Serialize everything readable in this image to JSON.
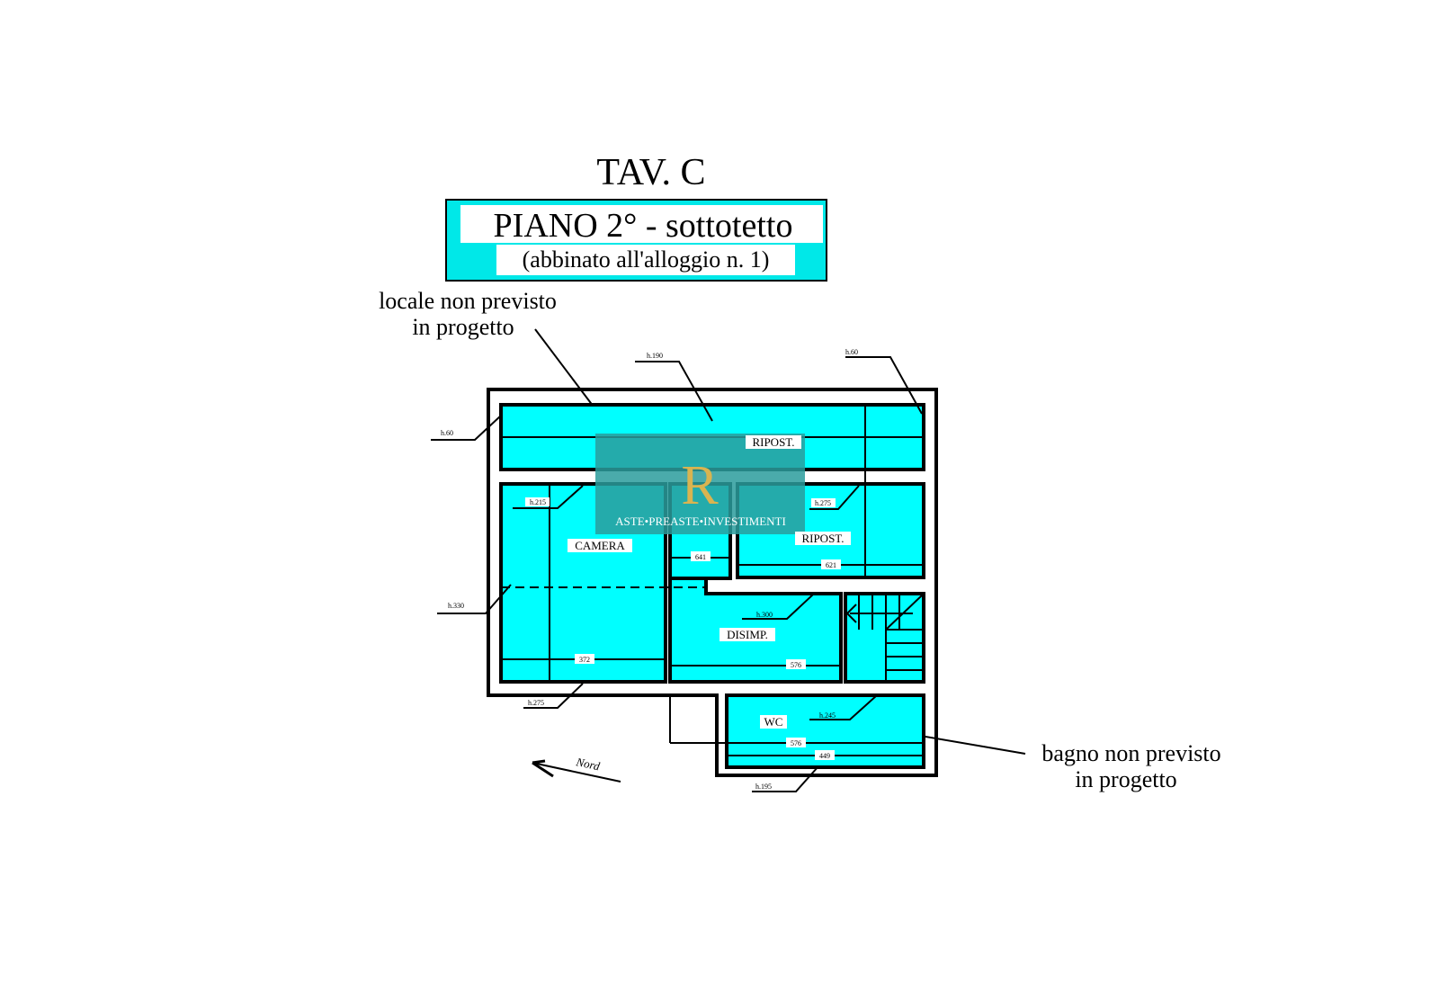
{
  "title": "TAV. C",
  "subtitle": "PIANO 2° - sottotetto",
  "subtitle_note": "(abbinato all'alloggio n. 1)",
  "annotations": {
    "top_left": [
      "locale non previsto",
      "in progetto"
    ],
    "bottom_right": [
      "bagno non previsto",
      "in progetto"
    ]
  },
  "rooms": {
    "ripost_top": "RIPOST.",
    "camera": "CAMERA",
    "ripost_right": "RIPOST.",
    "disimp": "DISIMP.",
    "wc": "WC"
  },
  "heights": {
    "top_center": "h.190",
    "top_right": "h.60",
    "left_top": "h.60",
    "camera": "h.215",
    "ripost_right": "h.275",
    "left_mid": "h.330",
    "disimp": "h.300",
    "bottom_left": "h.275",
    "wc": "h.245",
    "bottom": "h.195"
  },
  "dimensions": {
    "corridor": "641",
    "ripost_right": "621",
    "camera": "372",
    "disimp": "576",
    "wc_a": "576",
    "wc_b": "449"
  },
  "north_label": "Nord",
  "watermark": "ASTE•PREASTE•INVESTIMENTI",
  "colors": {
    "room_fill": "#00ffff",
    "watermark_bg": "#2a9c9c"
  }
}
